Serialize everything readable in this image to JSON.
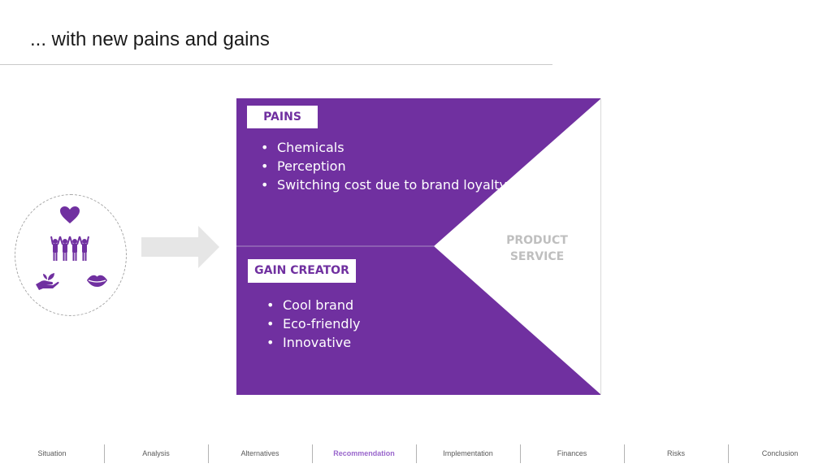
{
  "slide": {
    "title": "... with new pains and gains"
  },
  "customer_icons": [
    "heart-icon",
    "people-icon",
    "hand-plant-icon",
    "lips-icon"
  ],
  "canvas": {
    "fill_color": "#7030a0",
    "pains_label": "PAINS",
    "pains": [
      "Chemicals",
      "Perception",
      "Switching cost due to brand loyalty"
    ],
    "gain_creator_label": "GAIN CREATOR",
    "gains": [
      "Cool brand",
      "Eco-friendly",
      "Innovative"
    ],
    "product_line1": "PRODUCT",
    "product_line2": "SERVICE"
  },
  "nav": {
    "active_color": "#9966cc",
    "items": [
      "Situation",
      "Analysis",
      "Alternatives",
      "Recommendation",
      "Implementation",
      "Finances",
      "Risks",
      "Conclusion"
    ],
    "active_index": 3
  }
}
